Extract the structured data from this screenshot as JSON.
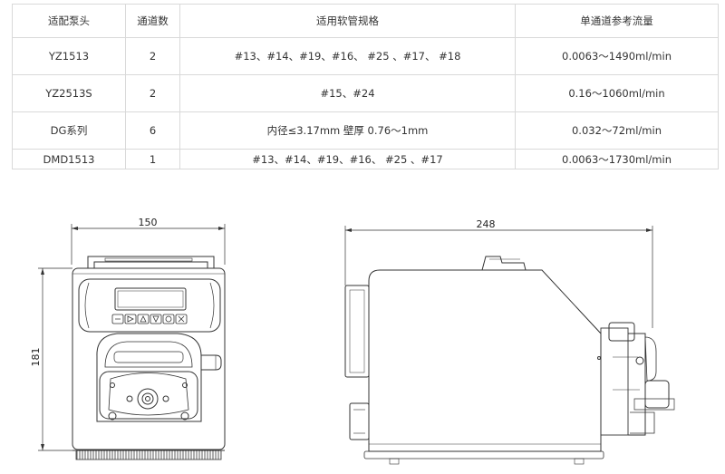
{
  "table": {
    "headers": [
      "适配泵头",
      "通道数",
      "适用软管规格",
      "单通道参考流量"
    ],
    "rows": [
      [
        "YZ1513",
        "2",
        "#13、#14、#19、#16、 #25 、#17、 #18",
        "0.0063～1490ml/min"
      ],
      [
        "YZ2513S",
        "2",
        "#15、#24",
        "0.16～1060ml/min"
      ],
      [
        "DG系列",
        "6",
        "内径≤3.17mm 壁厚 0.76～1mm",
        "0.032～72ml/min"
      ],
      [
        "DMD1513",
        "1",
        "#13、#14、#19、#16、 #25 、#17",
        "0.0063～1730ml/min"
      ]
    ]
  },
  "drawings": {
    "front_width": "150",
    "front_height": "181",
    "side_width": "248"
  },
  "colors": {
    "line": "#333333",
    "grid": "#d9d9d9",
    "background": "#ffffff"
  }
}
